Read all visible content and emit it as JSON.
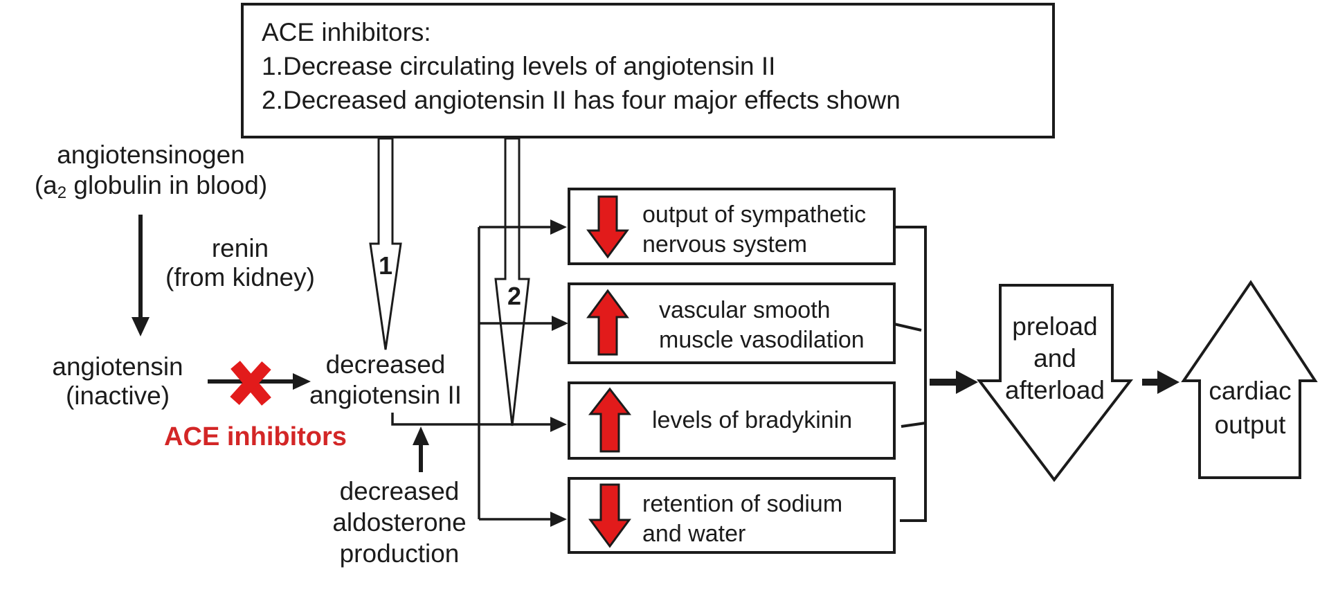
{
  "colors": {
    "red": "#e21b1b",
    "red-text": "#d32626",
    "ink": "#1b1b1b"
  },
  "top_box": {
    "lines": [
      "ACE inhibitors:",
      "1.Decrease circulating levels of angiotensin II",
      "2.Decreased angiotensin II has four major effects shown"
    ]
  },
  "left_flow": {
    "angiotensinogen": {
      "line1": "angiotensinogen",
      "paren_open": "(a",
      "subscript": "2",
      "paren_rest": " globulin in blood)"
    },
    "renin": {
      "line1": "renin",
      "line2": "(from kidney)"
    },
    "angiotensin": {
      "line1": "angiotensin",
      "line2": "(inactive)"
    },
    "ace_inhibitors_label": "ACE inhibitors",
    "decreased_angiotensin": {
      "line1": "decreased",
      "line2": "angiotensin II"
    },
    "decreased_aldosterone": {
      "line1": "decreased",
      "line2": "aldosterone",
      "line3": "production"
    }
  },
  "path_labels": {
    "arrow1": "1",
    "arrow2": "2"
  },
  "effect_boxes": [
    {
      "icon": "red-down-arrow",
      "line1": "output of sympathetic",
      "line2": "nervous system"
    },
    {
      "icon": "red-up-arrow",
      "line1": "vascular smooth",
      "line2": "muscle vasodilation"
    },
    {
      "icon": "red-up-arrow",
      "line1": "levels of bradykinin",
      "line2": ""
    },
    {
      "icon": "red-down-arrow",
      "line1": "retention of sodium",
      "line2": "and water"
    }
  ],
  "outcomes": {
    "preload": {
      "line1": "preload",
      "line2": "and",
      "line3": "afterload"
    },
    "cardiac": {
      "line1": "cardiac",
      "line2": "output"
    }
  }
}
